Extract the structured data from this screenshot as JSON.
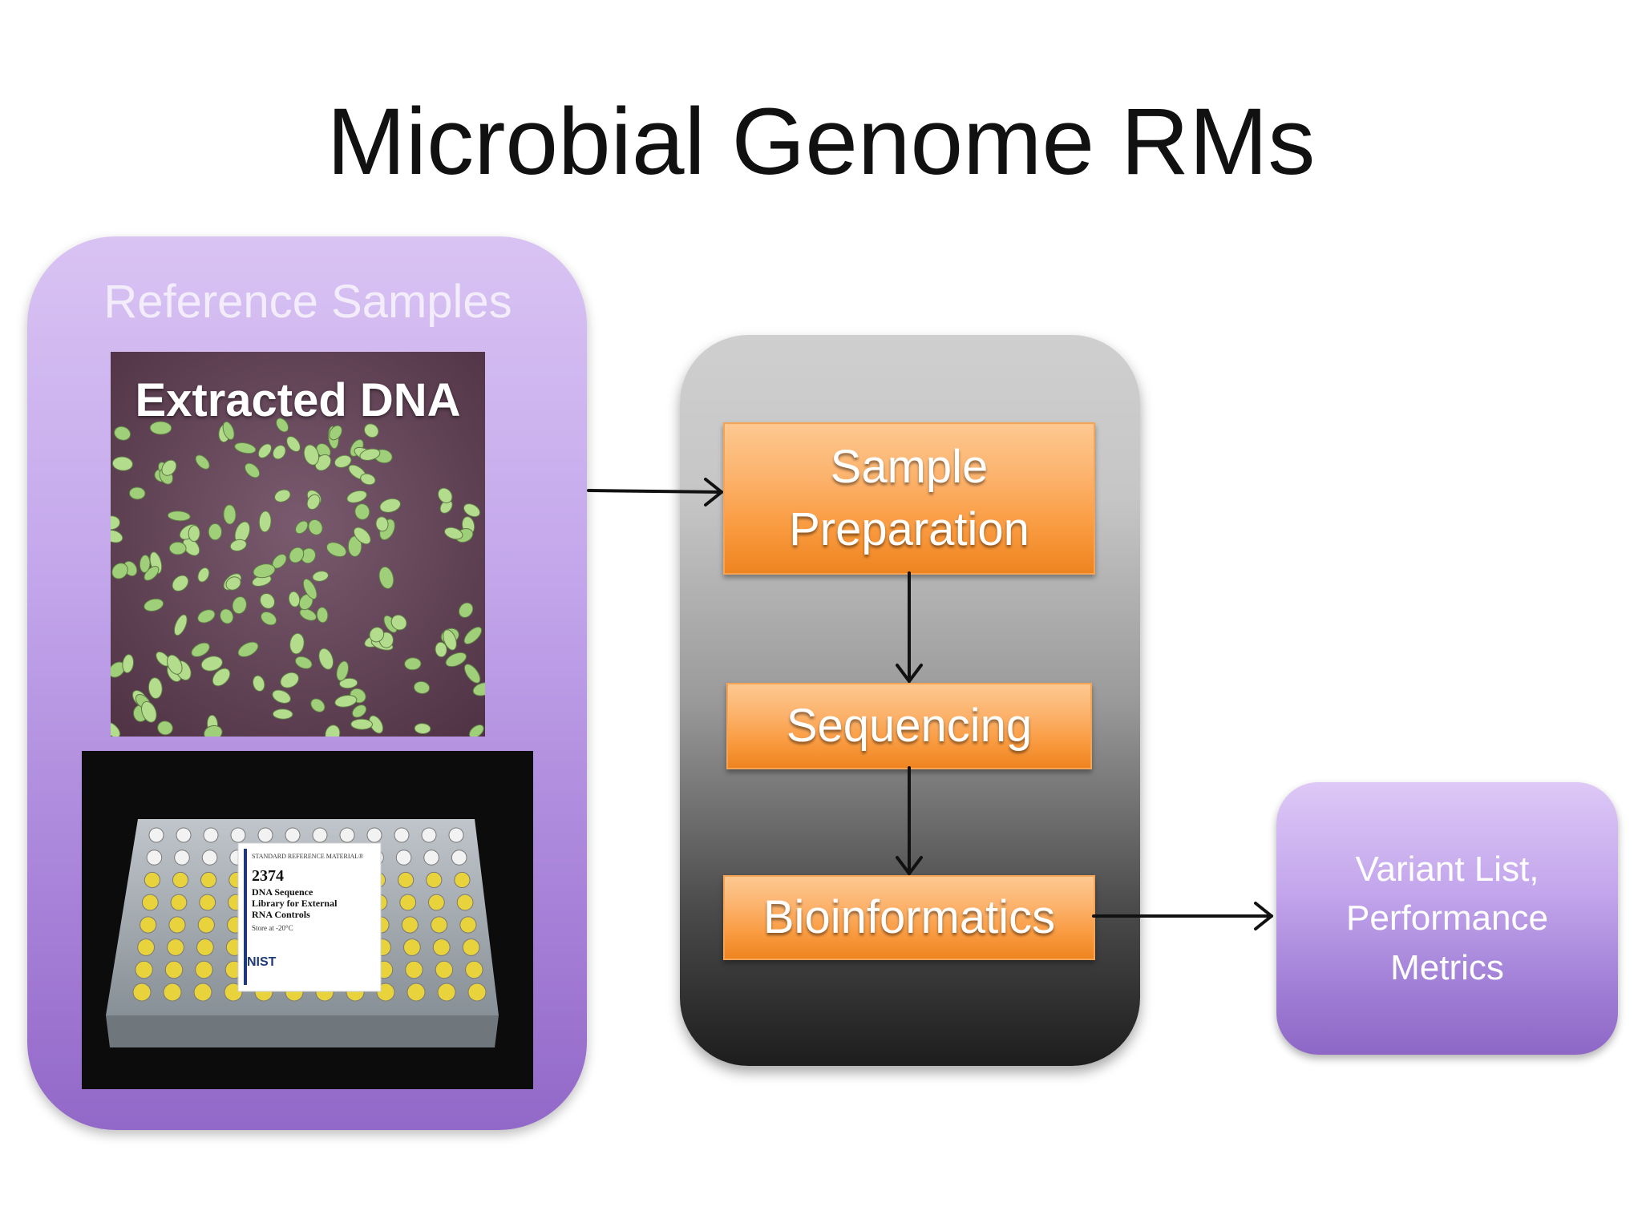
{
  "title": "Microbial Genome RMs",
  "reference_panel": {
    "title": "Reference Samples",
    "photo_label": "Extracted DNA",
    "box_label": {
      "header": "STANDARD REFERENCE MATERIAL®",
      "number": "2374",
      "line1": "DNA Sequence",
      "line2": "Library for External",
      "line3": "RNA Controls",
      "store": "Store at -20°C",
      "org": "NIST"
    }
  },
  "workflow": {
    "step1_line1": "Sample",
    "step1_line2": "Preparation",
    "step2": "Sequencing",
    "step3": "Bioinformatics"
  },
  "output": {
    "line1": "Variant List,",
    "line2": "Performance",
    "line3": "Metrics"
  },
  "colors": {
    "panel_purple": "#b08ce0",
    "step_orange": "#f99a3f",
    "mid_gray": "#9a9a9a"
  }
}
